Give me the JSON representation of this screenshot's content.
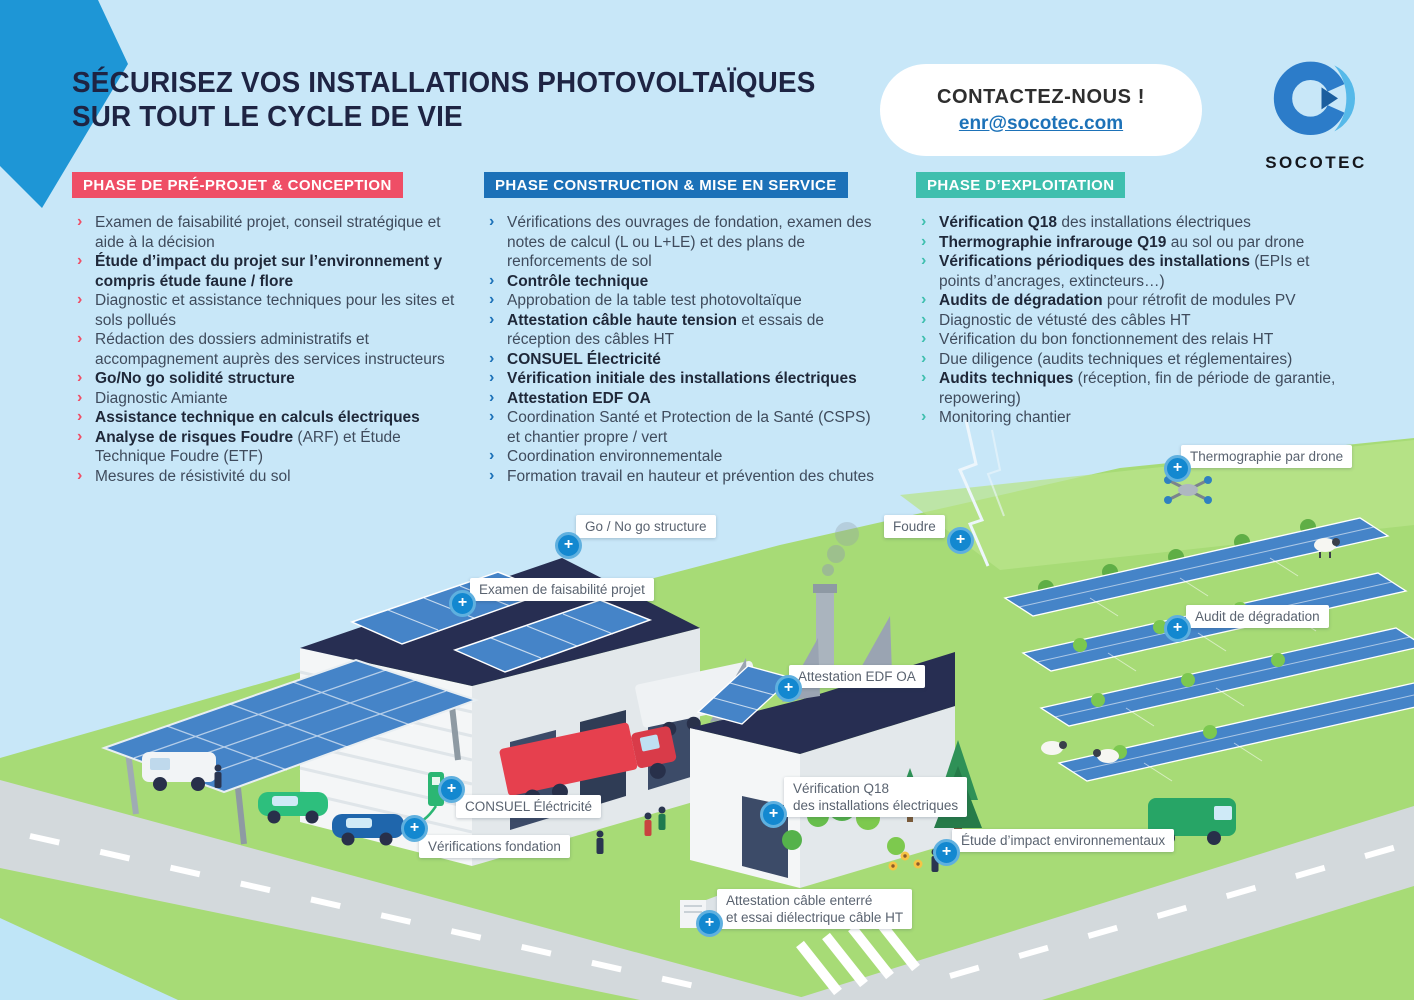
{
  "page": {
    "title_line1": "SÉCURISEZ VOS INSTALLATIONS PHOTOVOLTAÏQUES",
    "title_line2": "SUR TOUT LE CYCLE DE VIE"
  },
  "contact": {
    "heading": "CONTACTEZ-NOUS !",
    "email": "enr@socotec.com"
  },
  "brand": {
    "name": "SOCOTEC"
  },
  "colors": {
    "background": "#C8E7F8",
    "phase_preproject_accent": "#EF4E66",
    "phase_construction_accent": "#1C71B8",
    "phase_exploitation_accent": "#3FBFAE",
    "link_blue": "#1D72B8",
    "marker_blue": "#1388D0",
    "ground_green": "#A7DB76",
    "roof_navy": "#272E52"
  },
  "phases": [
    {
      "label": "PHASE DE PRÉ-PROJET & CONCEPTION",
      "items": [
        {
          "bold": "",
          "rest": "Examen de faisabilité projet, conseil stratégique et aide à la décision"
        },
        {
          "bold": "Étude d’impact du projet sur l’environnement y compris étude faune / flore",
          "rest": ""
        },
        {
          "bold": "",
          "rest": "Diagnostic et assistance techniques pour les sites et sols pollués"
        },
        {
          "bold": "",
          "rest": "Rédaction des dossiers administratifs et accompagnement auprès des services instructeurs"
        },
        {
          "bold": "Go/No go solidité structure",
          "rest": ""
        },
        {
          "bold": "",
          "rest": "Diagnostic Amiante"
        },
        {
          "bold": "Assistance technique en calculs électriques",
          "rest": ""
        },
        {
          "bold": "Analyse de risques Foudre",
          "rest": " (ARF) et Étude Technique Foudre (ETF)"
        },
        {
          "bold": "",
          "rest": "Mesures de résistivité du sol"
        }
      ]
    },
    {
      "label": "PHASE CONSTRUCTION & MISE EN SERVICE",
      "items": [
        {
          "bold": "",
          "rest": "Vérifications des ouvrages de fondation, examen des notes de calcul (L ou L+LE) et des plans de renforcements de sol"
        },
        {
          "bold": "Contrôle technique",
          "rest": ""
        },
        {
          "bold": "",
          "rest": "Approbation de la table test photovoltaïque"
        },
        {
          "bold": "Attestation câble haute tension",
          "rest": " et essais de réception des câbles HT"
        },
        {
          "bold": "CONSUEL Électricité",
          "rest": ""
        },
        {
          "bold": "Vérification initiale des installations électriques",
          "rest": ""
        },
        {
          "bold": "Attestation EDF OA",
          "rest": ""
        },
        {
          "bold": "",
          "rest": "Coordination Santé et Protection de la Santé (CSPS) et chantier propre / vert"
        },
        {
          "bold": "",
          "rest": "Coordination environnementale"
        },
        {
          "bold": "",
          "rest": "Formation travail en hauteur et prévention des chutes"
        }
      ]
    },
    {
      "label": "PHASE D’EXPLOITATION",
      "items": [
        {
          "bold": "Vérification Q18",
          "rest": " des installations électriques"
        },
        {
          "bold": "Thermographie infrarouge Q19",
          "rest": " au sol ou par drone"
        },
        {
          "bold": "Vérifications périodiques des installations",
          "rest": " (EPIs et points d’ancrages, extincteurs…)"
        },
        {
          "bold": "Audits de dégradation",
          "rest": " pour rétrofit de modules PV"
        },
        {
          "bold": "",
          "rest": "Diagnostic de vétusté des câbles HT"
        },
        {
          "bold": "",
          "rest": "Vérification du bon fonctionnement des relais HT"
        },
        {
          "bold": "",
          "rest": "Due diligence (audits techniques et réglementaires)"
        },
        {
          "bold": "Audits techniques",
          "rest": " (réception, fin de période de garantie, repowering)"
        },
        {
          "bold": "",
          "rest": "Monitoring chantier"
        }
      ]
    }
  ],
  "scene": {
    "labels": [
      {
        "id": "thermographie-drone",
        "text": "Thermographie par drone"
      },
      {
        "id": "go-no-go",
        "text": "Go / No go structure"
      },
      {
        "id": "examen-faisabilite",
        "text": "Examen de faisabilité projet"
      },
      {
        "id": "foudre",
        "text": "Foudre"
      },
      {
        "id": "audit-degradation",
        "text": "Audit de dégradation"
      },
      {
        "id": "attestation-edf-oa",
        "text": "Attestation EDF OA"
      },
      {
        "id": "consuel",
        "text": "CONSUEL Éléctricité"
      },
      {
        "id": "verifications-fondation",
        "text": "Vérifications fondation"
      },
      {
        "id": "verification-q18",
        "line1": "Vérification Q18",
        "line2": "des installations électriques"
      },
      {
        "id": "etude-impact",
        "text": "Étude d’impact environnementaux"
      },
      {
        "id": "attestation-cable",
        "line1": "Attestation câble enterré",
        "line2": "et essai diélectrique câble HT"
      }
    ]
  }
}
